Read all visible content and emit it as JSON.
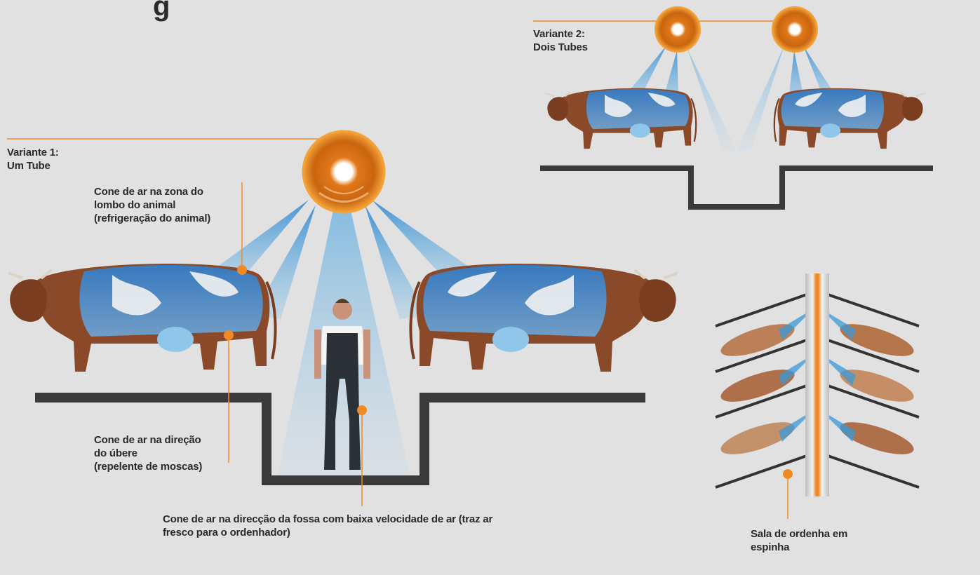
{
  "title_fragment": "g",
  "variant1": {
    "line1": "Variante 1:",
    "line2": "Um Tube"
  },
  "variant2": {
    "line1": "Variante 2:",
    "line2": "Dois Tubes"
  },
  "labels": {
    "back_cone": [
      "Cone de ar na zona do",
      "lombo do animal",
      "(refrigeração do animal)"
    ],
    "udder_cone": [
      "Cone de ar na direção",
      "do úbere",
      "(repelente de moscas)"
    ],
    "pit_cone": [
      "Cone de ar na direcção da fossa com baixa velocidade de ar (traz ar",
      "fresco para o ordenhador)"
    ],
    "herringbone": [
      "Sala de ordenha em",
      "espinha"
    ]
  },
  "colors": {
    "background": "#e2e1e1",
    "accent_orange": "#f08a24",
    "floor": "#3a3a3a",
    "air_blue": "#3a9ad9",
    "cow_brown": "#8a4a2a",
    "cow_white": "#f2f2f2"
  },
  "icons": [
    "tube-fan-icon",
    "cow-icon",
    "milker-person-icon",
    "pit-floor-icon",
    "herringbone-parlor-icon"
  ]
}
